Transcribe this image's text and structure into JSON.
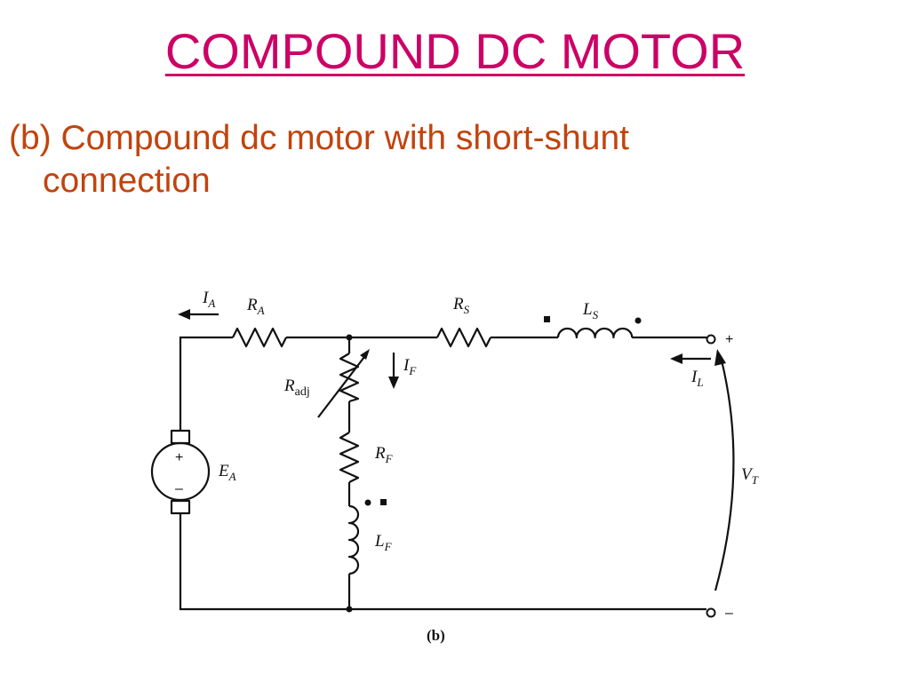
{
  "slide": {
    "title": "COMPOUND DC MOTOR",
    "subtitle": "(b) Compound dc motor with short-shunt connection",
    "title_color": "#cc0066",
    "subtitle_color": "#c1440e"
  },
  "diagram": {
    "caption": "(b)",
    "labels": {
      "armature_current": {
        "main": "I",
        "sub": "A"
      },
      "armature_resistance": {
        "main": "R",
        "sub": "A"
      },
      "series_resistance": {
        "main": "R",
        "sub": "S"
      },
      "series_inductance": {
        "main": "L",
        "sub": "S"
      },
      "field_current": {
        "main": "I",
        "sub": "F"
      },
      "adjustable_resistance": {
        "main": "R",
        "sub": "adj"
      },
      "field_resistance": {
        "main": "R",
        "sub": "F"
      },
      "field_inductance": {
        "main": "L",
        "sub": "F"
      },
      "internal_voltage": {
        "main": "E",
        "sub": "A"
      },
      "line_current": {
        "main": "I",
        "sub": "L"
      },
      "terminal_voltage": {
        "main": "V",
        "sub": "T"
      }
    },
    "terminal_plus": "+",
    "terminal_minus": "–",
    "emf_plus": "+",
    "emf_minus": "–"
  }
}
